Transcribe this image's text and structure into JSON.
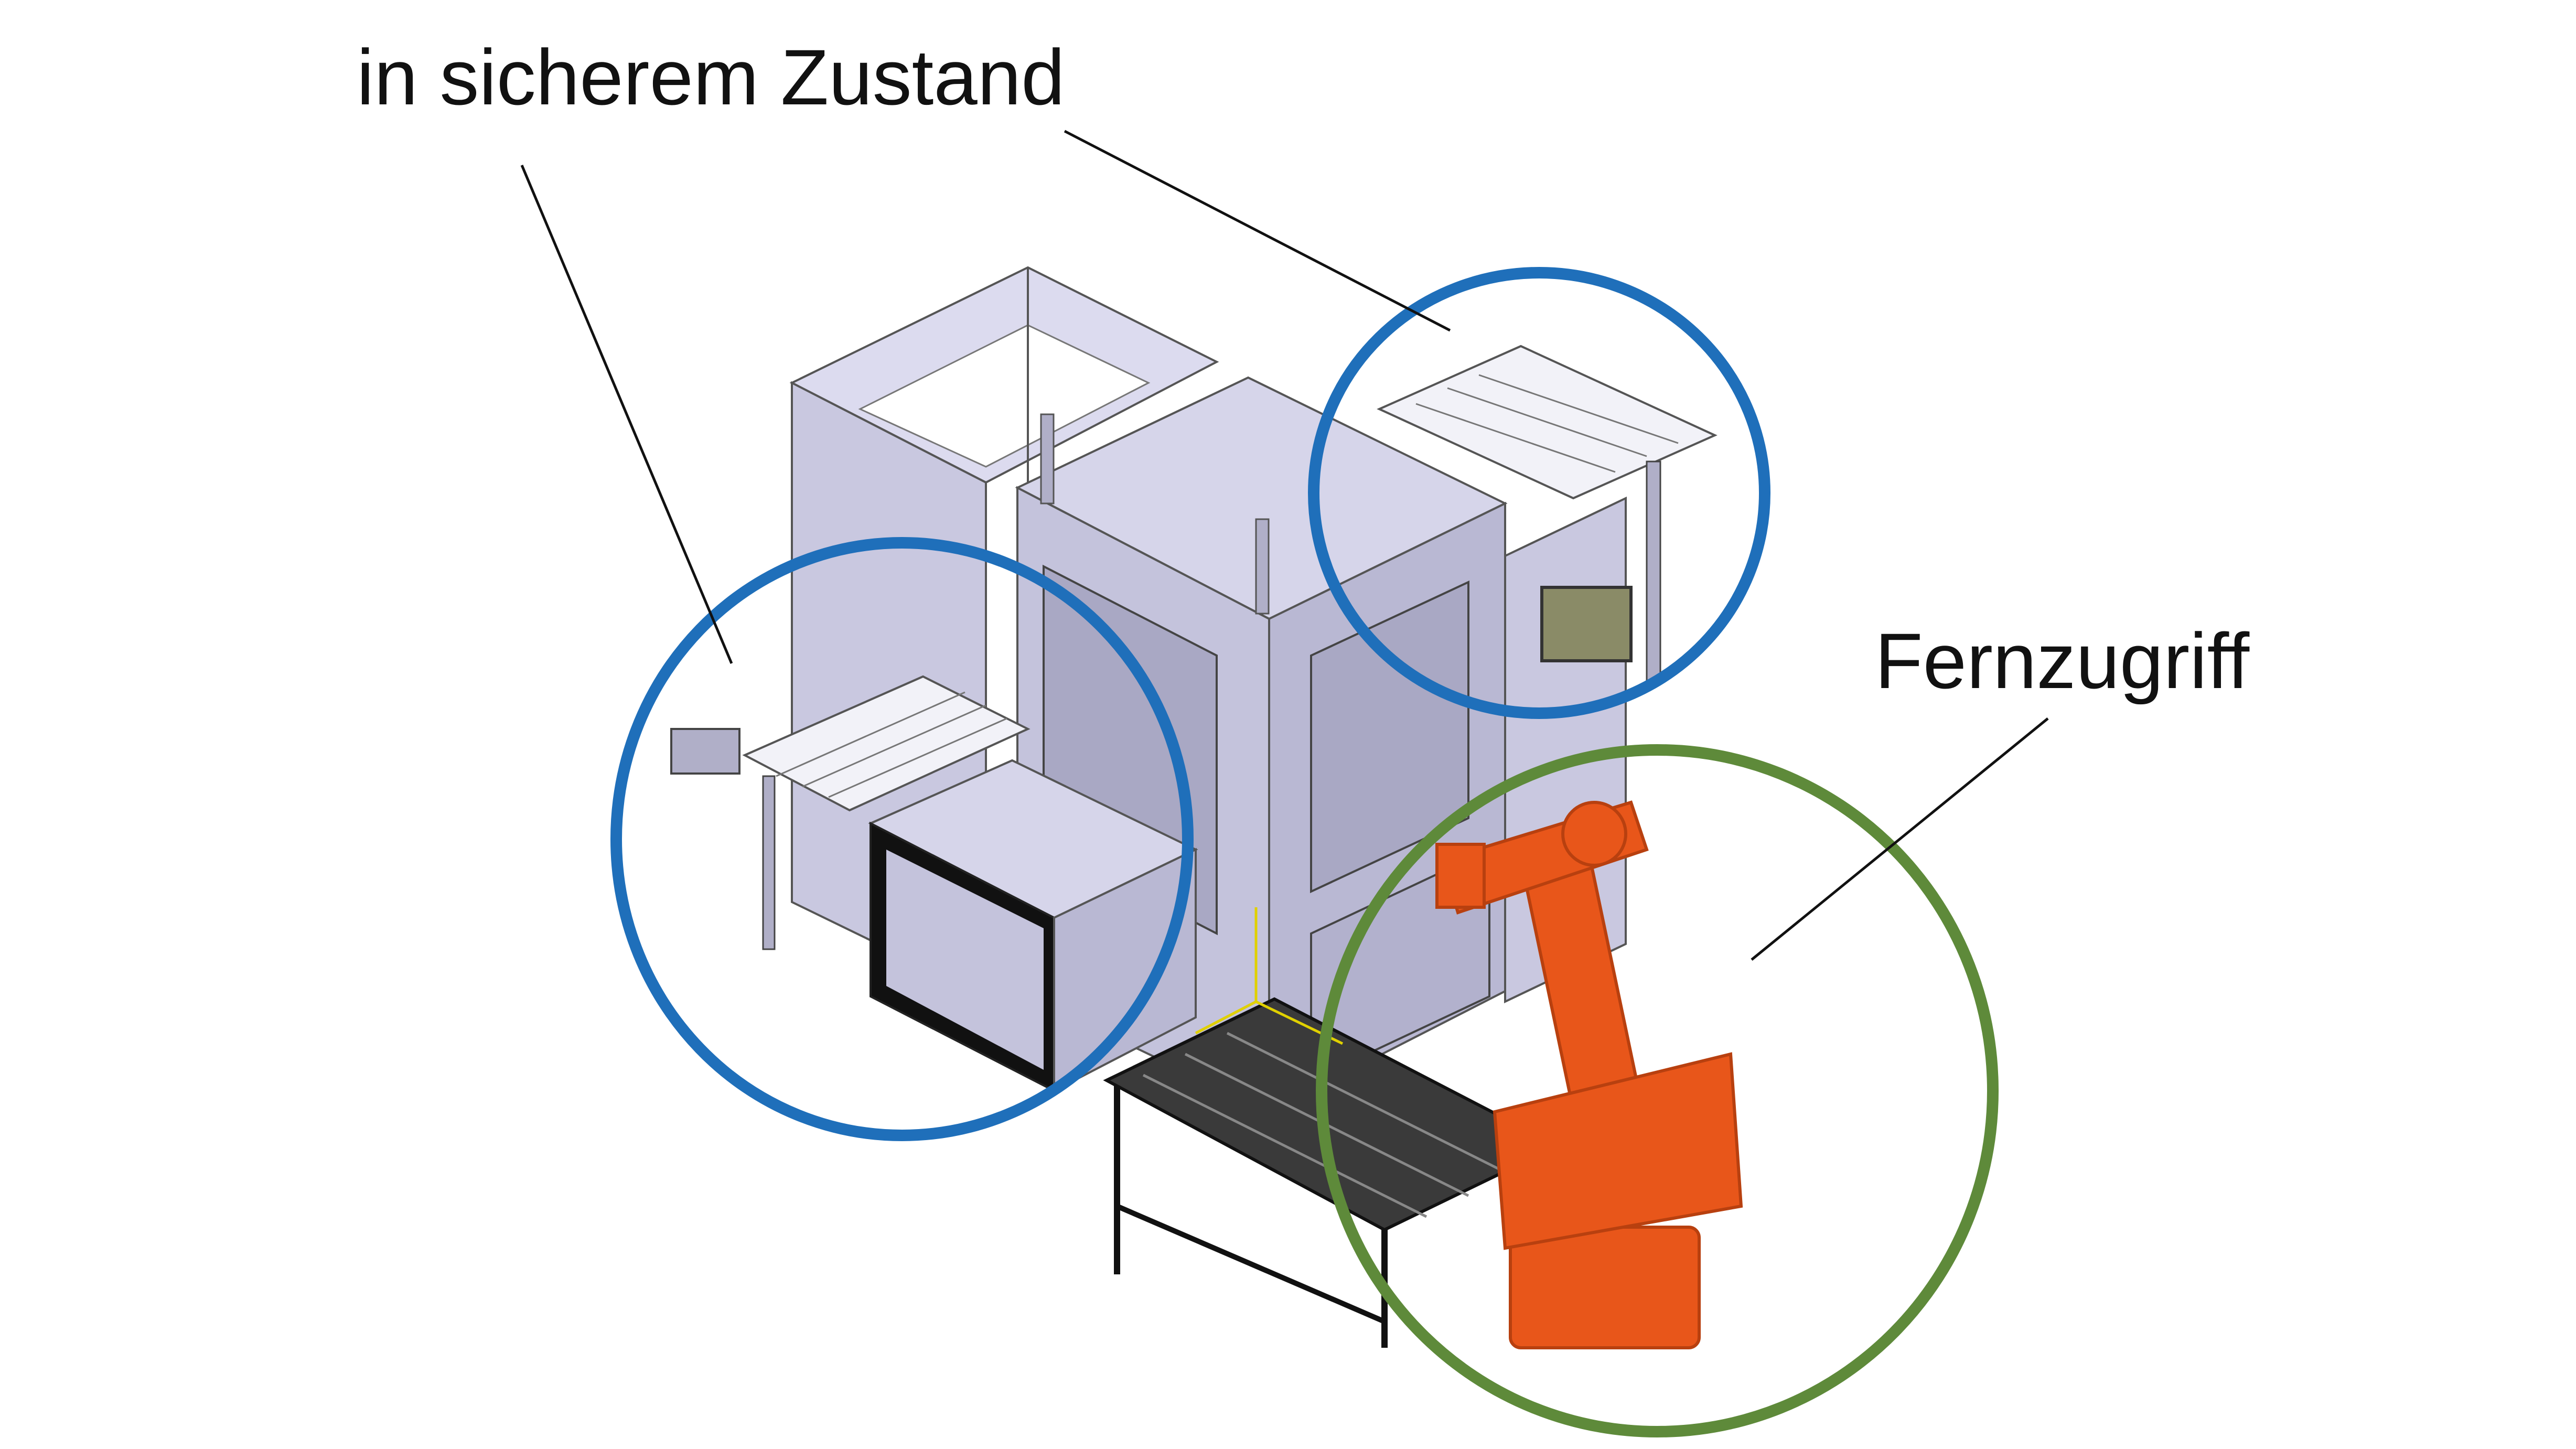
{
  "labels": {
    "safe_state": "in sicherem Zustand",
    "remote_access": "Fernzugriff"
  },
  "colors": {
    "highlight_blue": "#1f6fba",
    "highlight_green": "#5e8a3a",
    "machine_body": "#c9c8e0",
    "machine_shadow": "#a9a8c4",
    "machine_light": "#dcdbef",
    "robot_orange": "#e8561a",
    "robot_dark": "#b8400f",
    "frame_dark": "#222222",
    "leader_line": "#111111"
  },
  "icons": {
    "robot": "industrial-robot-arm",
    "machine": "enclosed-automation-cell",
    "conveyor": "roller-conveyor",
    "table": "work-table",
    "panel": "touch-panel"
  }
}
